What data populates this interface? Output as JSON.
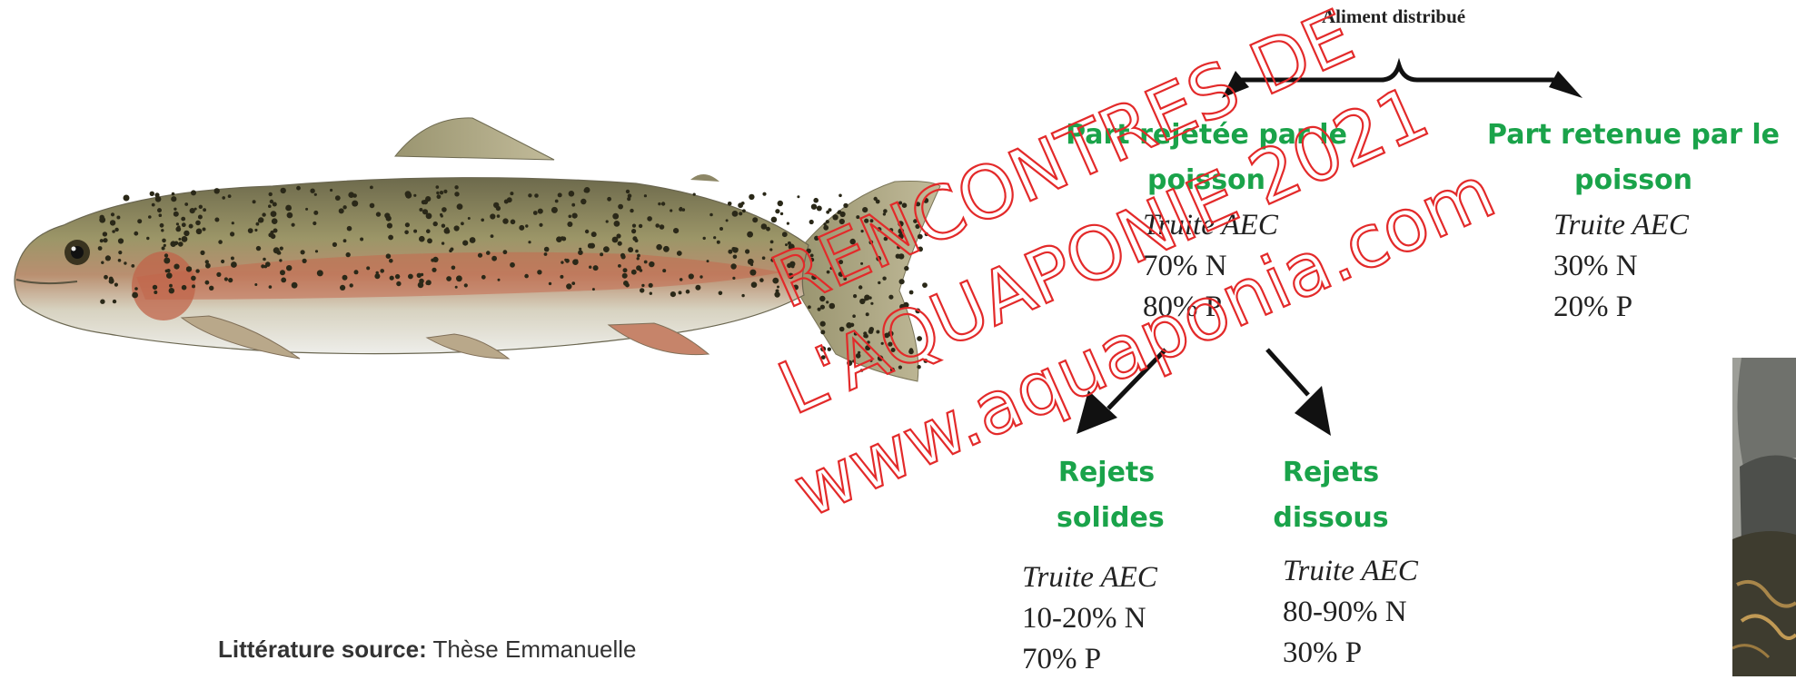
{
  "title": "Aliment distribué",
  "retained": {
    "label": "Part retenue par le poisson",
    "species": "Truite AEC",
    "n": "30% N",
    "p": "20% P"
  },
  "rejected": {
    "label": "Part rejetée par le poisson",
    "species": "Truite AEC",
    "n": "70% N",
    "p": "80% P"
  },
  "solid": {
    "label": "Rejets solides",
    "species": "Truite AEC",
    "n": "10-20% N",
    "p": "70% P"
  },
  "dissolved": {
    "label": "Rejets dissous",
    "species": "Truite AEC",
    "n": "80-90% N",
    "p": "30% P"
  },
  "source": {
    "bold": "Littérature source:",
    "text": "Thèse Emmanuelle"
  },
  "watermark": {
    "line1": "RENCONTRES DE",
    "line2": "L'AQUAPONIE 2021",
    "line3": "www.aquaponia.com",
    "color": "#e32a2a"
  },
  "colors": {
    "heading": "#1aa34a",
    "text": "#222222"
  }
}
